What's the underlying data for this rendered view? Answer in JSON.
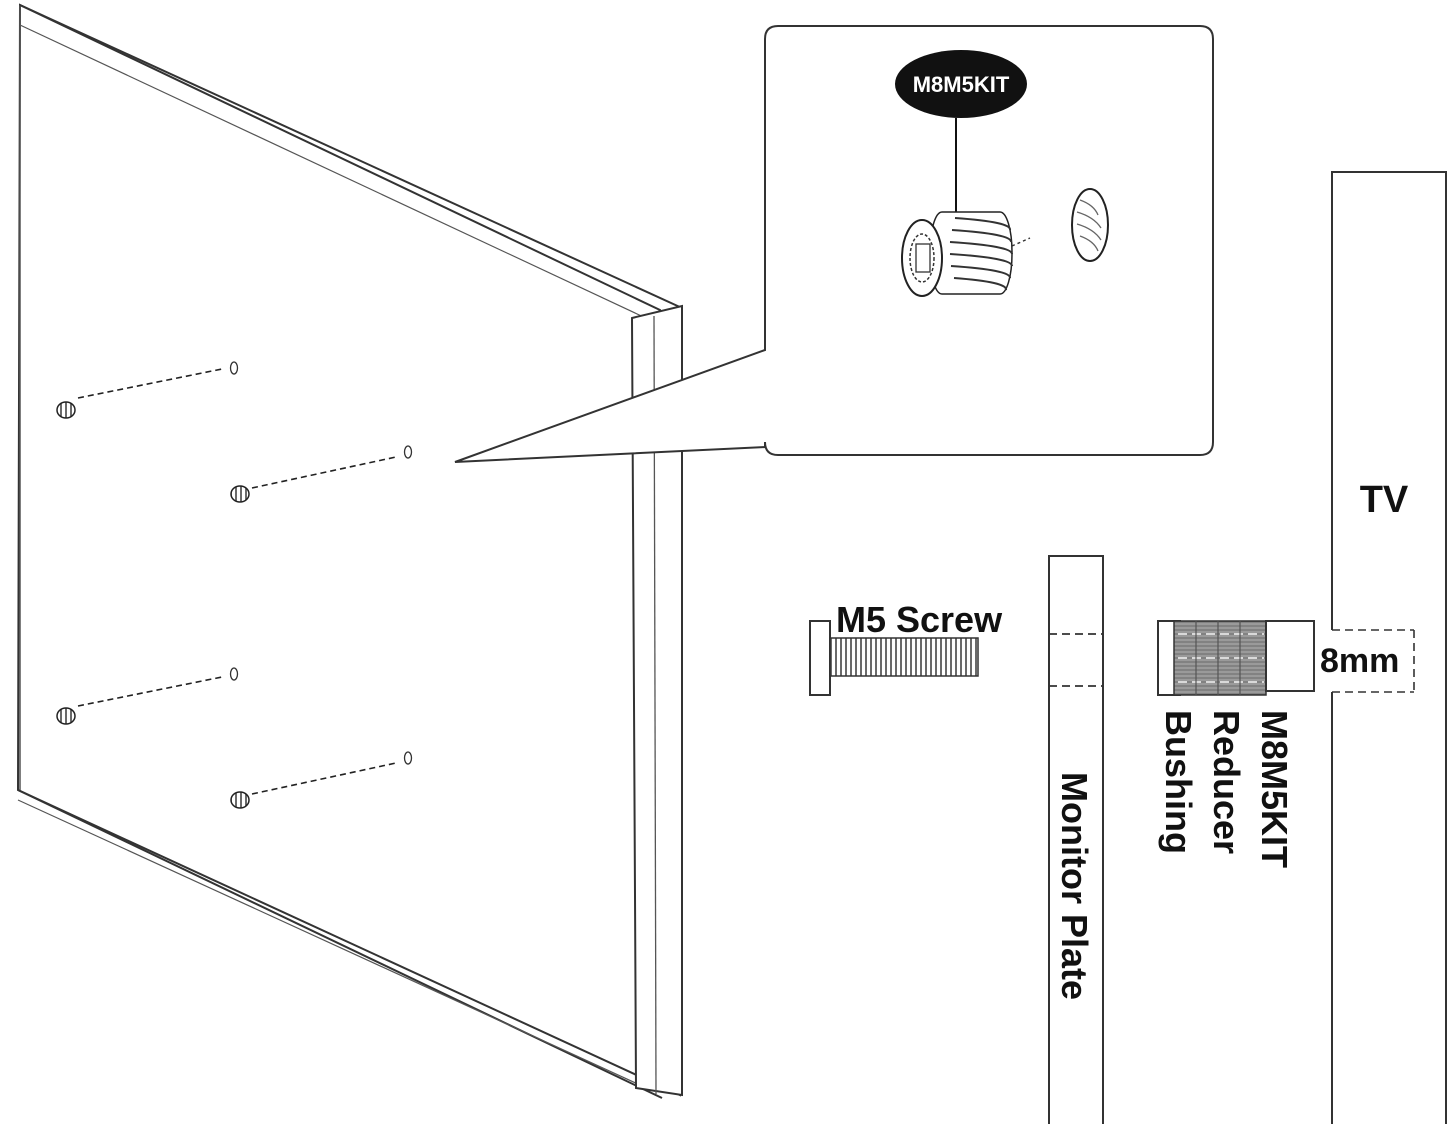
{
  "callout": {
    "badge_label": "M8M5KIT"
  },
  "labels": {
    "tv": "TV",
    "m5_screw": "M5 Screw",
    "depth": "8mm",
    "monitor_plate": "Monitor Plate",
    "bushing_line1": "M8M5KIT",
    "bushing_line2": "Reducer",
    "bushing_line3": "Bushing"
  },
  "colors": {
    "ink": "#111111",
    "line": "#333333",
    "fill_dark": "#111111",
    "thread": "#777777"
  }
}
